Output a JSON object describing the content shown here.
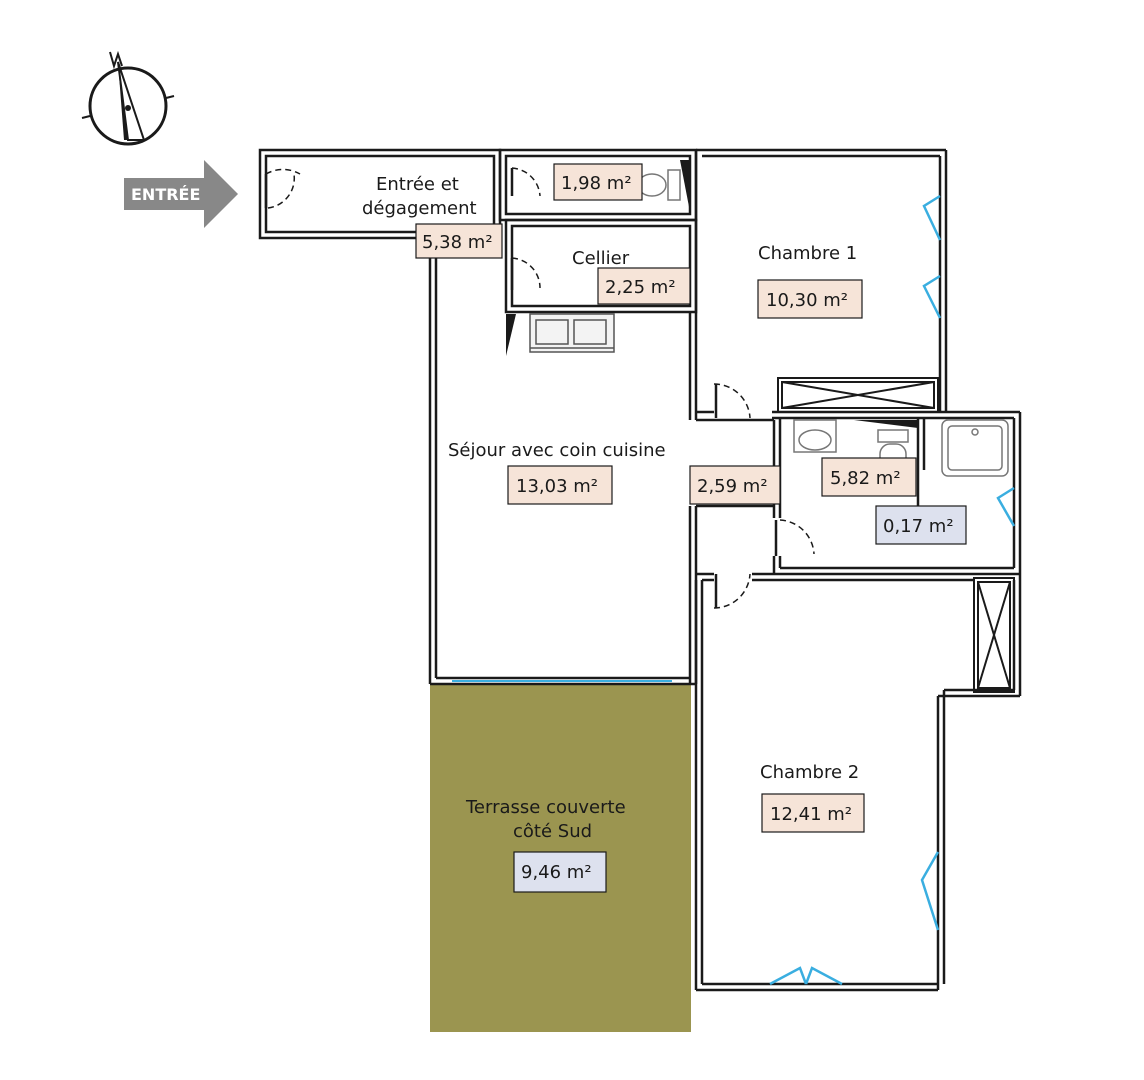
{
  "entrance": {
    "label": "ENTRÉE"
  },
  "compass": {
    "north": "N"
  },
  "colors": {
    "wall": "#1a1a1a",
    "area_badge_room": "#f6e4d8",
    "area_badge_other": "#dde1ee",
    "terrace_fill": "#9b9550",
    "window_glass": "#3aaee0",
    "arrow": "#888888"
  },
  "rooms": {
    "entree": {
      "name_line1": "Entrée et",
      "name_line2": "dégagement",
      "area": "5,38 m²"
    },
    "wc": {
      "area": "1,98 m²"
    },
    "cellier": {
      "name": "Cellier",
      "area": "2,25 m²"
    },
    "chambre1": {
      "name": "Chambre 1",
      "area": "10,30 m²"
    },
    "sejour": {
      "name": "Séjour avec coin cuisine",
      "area": "13,03 m²"
    },
    "degagement2": {
      "area": "2,59 m²"
    },
    "sdb": {
      "area": "5,82 m²"
    },
    "sdb_extra": {
      "area": "0,17 m²"
    },
    "chambre2": {
      "name": "Chambre 2",
      "area": "12,41 m²"
    },
    "terrasse": {
      "name_line1": "Terrasse couverte",
      "name_line2": "côté Sud",
      "area": "9,46 m²"
    }
  }
}
